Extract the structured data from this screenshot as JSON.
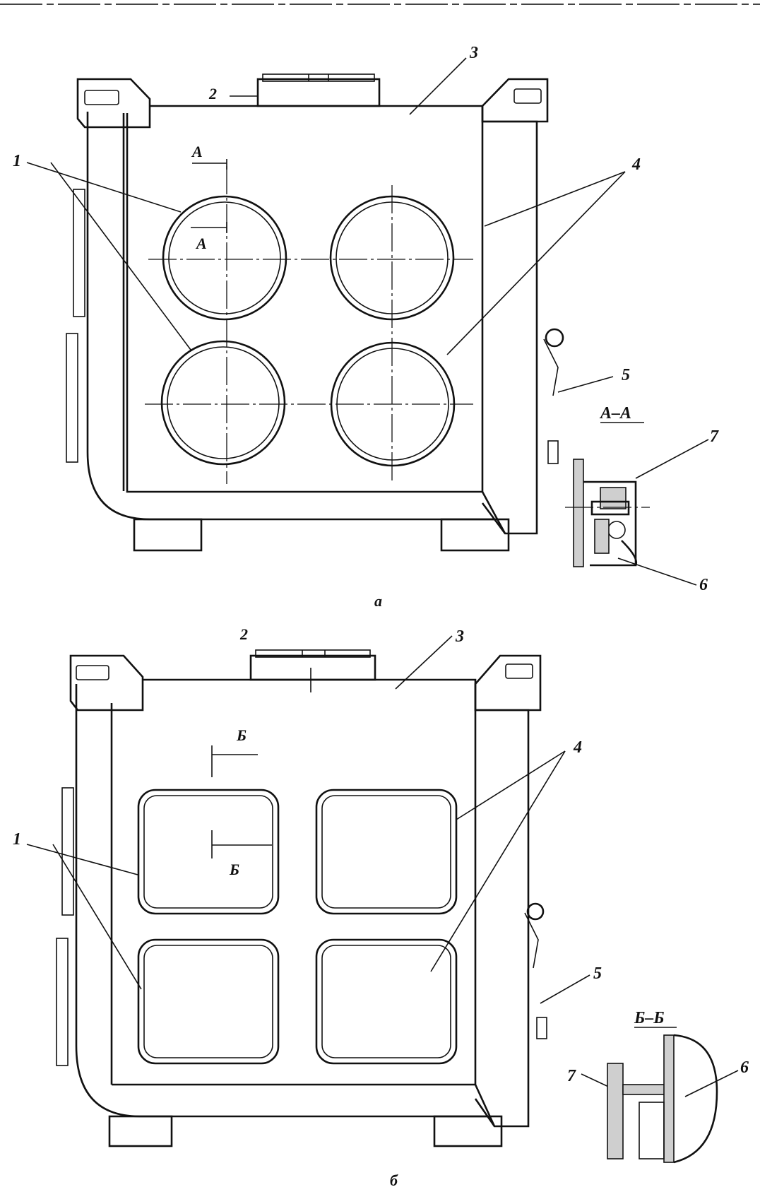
{
  "labels": {
    "a": {
      "l1": "1",
      "l2": "2",
      "l3": "3",
      "l4": "4",
      "l5": "5",
      "l6": "6",
      "l7": "7",
      "sec1": "А",
      "sec2": "А",
      "sectitle": "А–А",
      "caption": "а"
    },
    "b": {
      "l1": "1",
      "l2": "2",
      "l3": "3",
      "l4": "4",
      "l5": "5",
      "l6": "6",
      "l7": "7",
      "sec1": "Б",
      "sec2": "Б",
      "sectitle": "Б–Б",
      "caption": "б"
    }
  }
}
